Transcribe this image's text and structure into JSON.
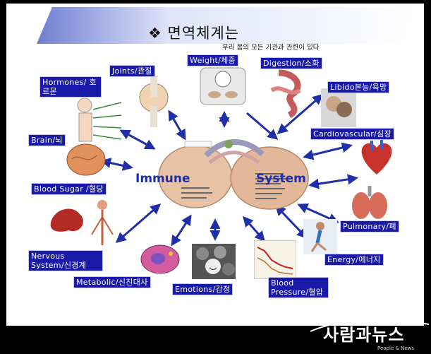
{
  "title": "❖ 면역체계는",
  "subtitle": "우리 몸의 모든 기관과 관련이 있다",
  "center": {
    "left_word": "Immune",
    "right_word": "System"
  },
  "labels": {
    "weight": "Weight/체중",
    "digestion": "Digestion/소화",
    "joints": "Joints/관절",
    "hormones": "Hormones/ 호르몬",
    "libido": "Libido본능/욕망",
    "cardiovascular": "Cardiovascular/심장",
    "brain": "Brain/뇌",
    "blood_sugar": "Blood Sugar /혈당",
    "pulmonary": "Pulmonary/폐",
    "nervous": "Nervous System/신경계",
    "energy": "Energy/에너지",
    "metabolic": "Metabolic/신진대사",
    "emotions": "Emotions/감정",
    "blood_pressure": "Blood Pressure/혈압"
  },
  "logo": {
    "name": "사람과뉴스",
    "tagline": "People & News"
  }
}
